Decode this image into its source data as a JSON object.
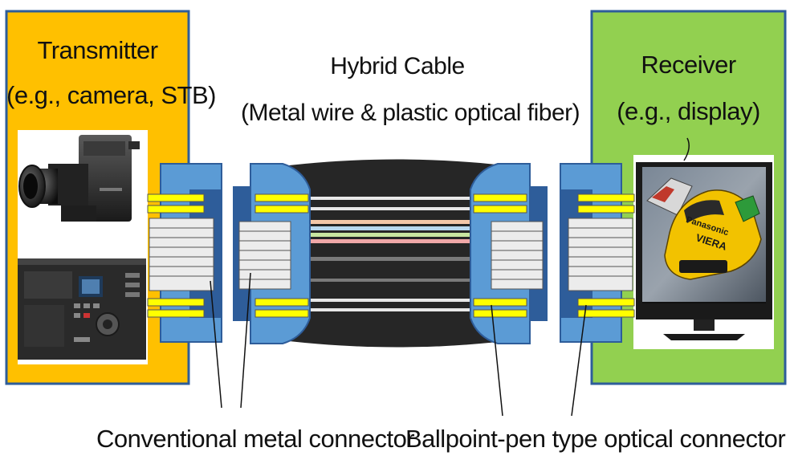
{
  "transmitter": {
    "title": "Transmitter",
    "subtitle": "(e.g., camera, STB)",
    "color": "#FFC000",
    "camera_icon": "video-camera-icon",
    "stb_icon": "set-top-box-icon"
  },
  "cable": {
    "title": "Hybrid Cable",
    "subtitle": "(Metal wire & plastic optical fiber)",
    "jacket_color": "#2a2a2a",
    "connector_color": "#5b9bd5"
  },
  "receiver": {
    "title": "Receiver",
    "subtitle": "(e.g., display)",
    "color": "#92D050",
    "display_icon": "tv-display-icon",
    "display_brand": "Panasonic",
    "display_logo": "VIERA"
  },
  "labels": {
    "metal_connector": "Conventional metal connector",
    "optical_connector": "Ballpoint-pen type optical connector"
  },
  "colors": {
    "optical_pin": "#ffff00",
    "metal_pin": "#d9d9d9",
    "frame_blue": "#2e5d9a"
  }
}
